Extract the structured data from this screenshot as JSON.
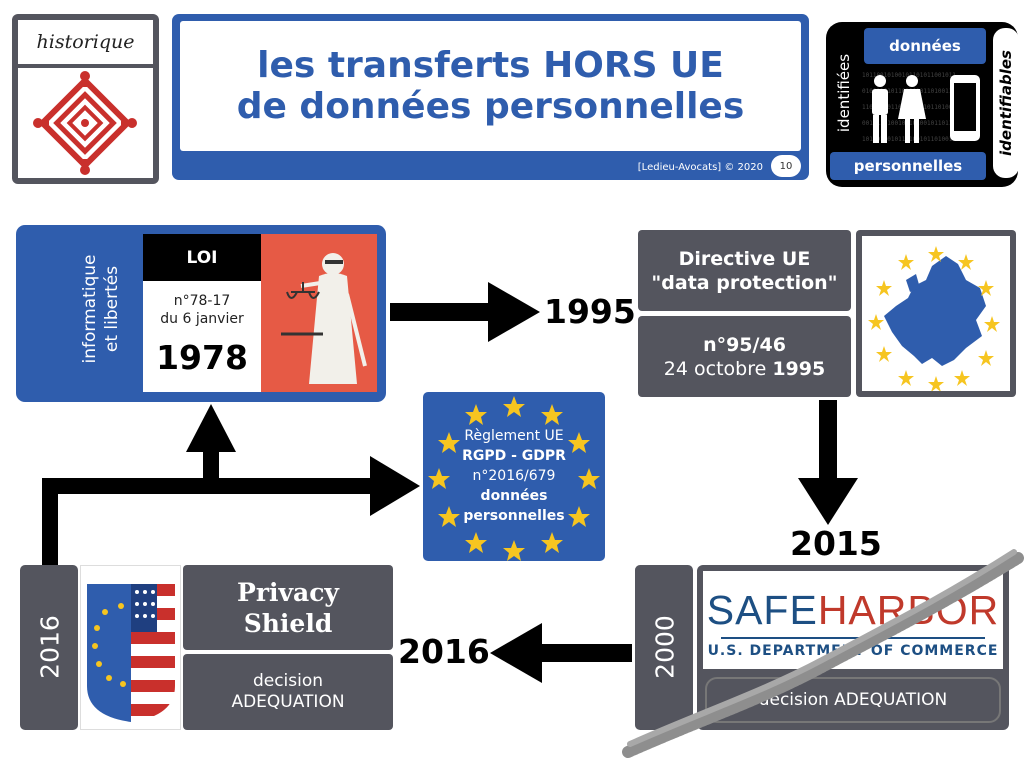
{
  "header": {
    "historique_label": "historique",
    "title_line1": "les transferts HORS UE",
    "title_line2": "de données personnelles",
    "credit": "[Ledieu-Avocats] © 2020",
    "page_number": "10",
    "badge": {
      "top": "données",
      "bottom": "personnelles",
      "left_vertical": "identifiées",
      "right_vertical": "identifiables"
    }
  },
  "loi": {
    "side_label_line1": "informatique",
    "side_label_line2": "et libertés",
    "heading": "LOI",
    "number_line1": "n°78-17",
    "number_line2": "du 6 janvier",
    "year": "1978"
  },
  "directive": {
    "title_line1": "Directive UE",
    "title_line2": "\"data protection\"",
    "number": "n°95/46",
    "date_prefix": "24 octobre ",
    "date_year": "1995"
  },
  "rgpd": {
    "line1": "Règlement UE",
    "line2": "RGPD - GDPR",
    "line3": "n°2016/679",
    "line4": "données",
    "line5": "personnelles"
  },
  "timeline": {
    "label_1995": "1995",
    "label_2015": "2015",
    "label_2016": "2016"
  },
  "privacy_shield": {
    "year_tag": "2016",
    "name_line1": "Privacy",
    "name_line2": "Shield",
    "decision_line1": "decision",
    "decision_line2": "ADEQUATION"
  },
  "safe_harbor": {
    "year_tag": "2000",
    "brand_part1": "SAFE",
    "brand_part2": "HARBOR",
    "subtitle": "U.S. DEPARTMENT OF COMMERCE",
    "decision": "decision ADEQUATION"
  },
  "colors": {
    "brand_blue": "#2f5dad",
    "panel_gray": "#54555e",
    "loi_red": "#e65a45",
    "eu_star": "#f6c520"
  }
}
